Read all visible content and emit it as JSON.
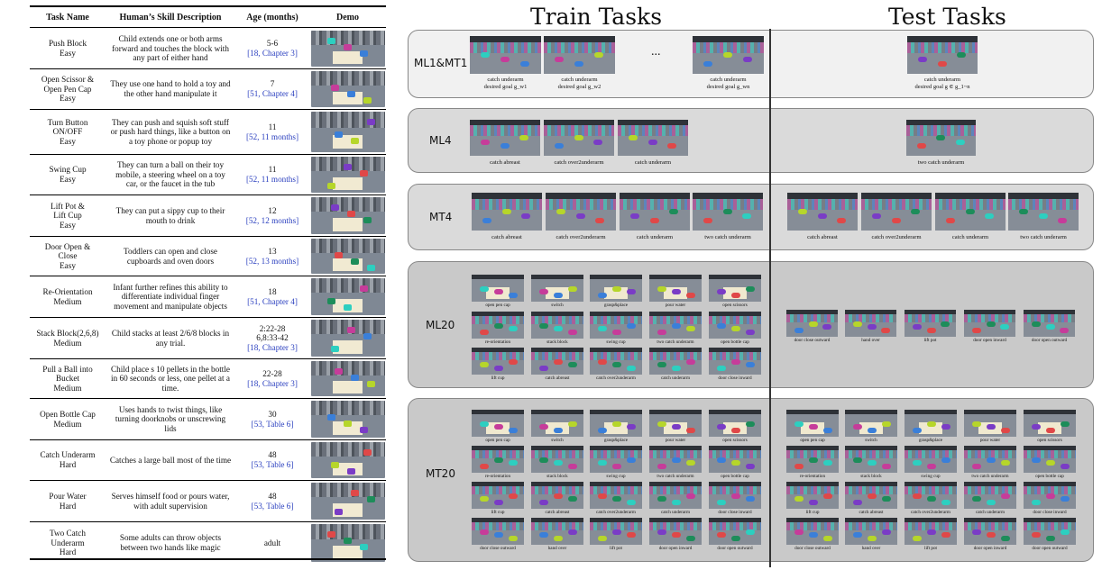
{
  "table": {
    "headers": {
      "name": "Task Name",
      "desc": "Human’s Skill Description",
      "age": "Age (months)",
      "demo": "Demo"
    },
    "rows": [
      {
        "name": [
          "Push Block",
          "Easy"
        ],
        "desc": "Child extends one or both arms forward and touches the block with any part of either hand",
        "age": "5-6",
        "cite": "[18, Chapter 3]"
      },
      {
        "name": [
          "Open Scissor &",
          "Open Pen Cap",
          "Easy"
        ],
        "desc": "They use one hand to hold a toy and the other hand manipulate it",
        "age": "7",
        "cite": "[51, Chapter 4]"
      },
      {
        "name": [
          "Turn Button",
          "ON/OFF",
          "Easy"
        ],
        "desc": "They can push and squish soft stuff or push hard things, like a button on a toy phone or popup toy",
        "age": "11",
        "cite": "[52, 11 months]"
      },
      {
        "name": [
          "Swing Cup",
          "Easy"
        ],
        "desc": "They can turn a ball on their toy mobile, a steering wheel on a toy car, or the faucet in the tub",
        "age": "11",
        "cite": "[52, 11 months]"
      },
      {
        "name": [
          "Lift Pot &",
          "Lift Cup",
          "Easy"
        ],
        "desc": "They can put a sippy cup to their mouth to drink",
        "age": "12",
        "cite": "[52, 12 months]"
      },
      {
        "name": [
          "Door Open &",
          "Close",
          "Easy"
        ],
        "desc": "Toddlers can open and close cupboards and oven doors",
        "age": "13",
        "cite": "[52, 13 months]"
      },
      {
        "name": [
          "Re-Orientation",
          "Medium"
        ],
        "desc": "Infant further refines this ability to differentiate individual finger movement and manipulate objects",
        "age": "18",
        "cite": "[51, Chapter 4]"
      },
      {
        "name": [
          "Stack Block(2,6,8)",
          "Medium"
        ],
        "desc": "Child stacks at least 2/6/8 blocks in any trial.",
        "age": "2:22-28\n6,8:33-42",
        "cite": "[18, Chapter 3]"
      },
      {
        "name": [
          "Pull a Ball into",
          "Bucket",
          "Medium"
        ],
        "desc": "Child place s 10 pellets in the bottle in 60 seconds or less, one pellet at a time.",
        "age": "22-28",
        "cite": "[18, Chapter 3]"
      },
      {
        "name": [
          "Open Bottle Cap",
          "Medium"
        ],
        "desc": "Uses hands to twist things, like turning doorknobs or unscrewing lids",
        "age": "30",
        "cite": "[53, Table 6]"
      },
      {
        "name": [
          "Catch Underarm",
          "Hard"
        ],
        "desc": "Catches a large ball most of the time",
        "age": "48",
        "cite": "[53, Table 6]"
      },
      {
        "name": [
          "Pour Water",
          "Hard"
        ],
        "desc": "Serves himself food or pours water, with adult supervision",
        "age": "48",
        "cite": "[53, Table 6]"
      },
      {
        "name": [
          "Two Catch",
          "Underarm",
          "Hard"
        ],
        "desc": "Some adults can throw objects between two hands like magic",
        "age": "adult",
        "cite": ""
      }
    ]
  },
  "panel": {
    "train_title": "Train Tasks",
    "test_title": "Test Tasks",
    "bands": {
      "ml1": {
        "label": "ML1&MT1",
        "train_caps": [
          "catch underarm\ndesired goal g_w1",
          "catch underarm\ndesired goal g_w2",
          "catch underarm\ndesired goal g_wn"
        ],
        "dots": "...",
        "test_caps": [
          "catch underarm\ndesired goal g ∈ g_1~n"
        ]
      },
      "ml4": {
        "label": "ML4",
        "train_caps": [
          "catch abreast",
          "catch over2underarm",
          "catch underarm"
        ],
        "test_caps": [
          "two catch underarm"
        ]
      },
      "mt4": {
        "label": "MT4",
        "train_caps": [
          "catch abreast",
          "catch over2underarm",
          "catch underarm",
          "two catch underarm"
        ],
        "test_caps": [
          "catch abreast",
          "catch over2underarm",
          "catch underarm",
          "two catch underarm"
        ]
      },
      "ml20": {
        "label": "ML20",
        "train_caps": [
          "open pen cap",
          "switch",
          "grasp&place",
          "pour water",
          "open scissors",
          "re-orientation",
          "stack block",
          "swing cup",
          "two catch underarm",
          "open bottle cap",
          "lift cup",
          "catch abreast",
          "catch over2underarm",
          "catch underarm",
          "door close inward"
        ],
        "test_caps": [
          "door close outward",
          "hand over",
          "lift pot",
          "door open inward",
          "door open outward"
        ]
      },
      "mt20": {
        "label": "MT20",
        "caps": [
          "open pen cap",
          "switch",
          "grasp&place",
          "pour water",
          "open scissors",
          "re-orientation",
          "stack block",
          "swing cup",
          "two catch underarm",
          "open bottle cap",
          "lift cup",
          "catch abreast",
          "catch over2underarm",
          "catch underarm",
          "door close inward",
          "door close outward",
          "hand over",
          "lift pot",
          "door open inward",
          "door open outward"
        ]
      }
    }
  },
  "colors": {
    "cite_blue": "#2a3fbf",
    "band_light": "#f1f1f1",
    "band_mid": "#dadada",
    "band_dark": "#c9c9c9"
  }
}
